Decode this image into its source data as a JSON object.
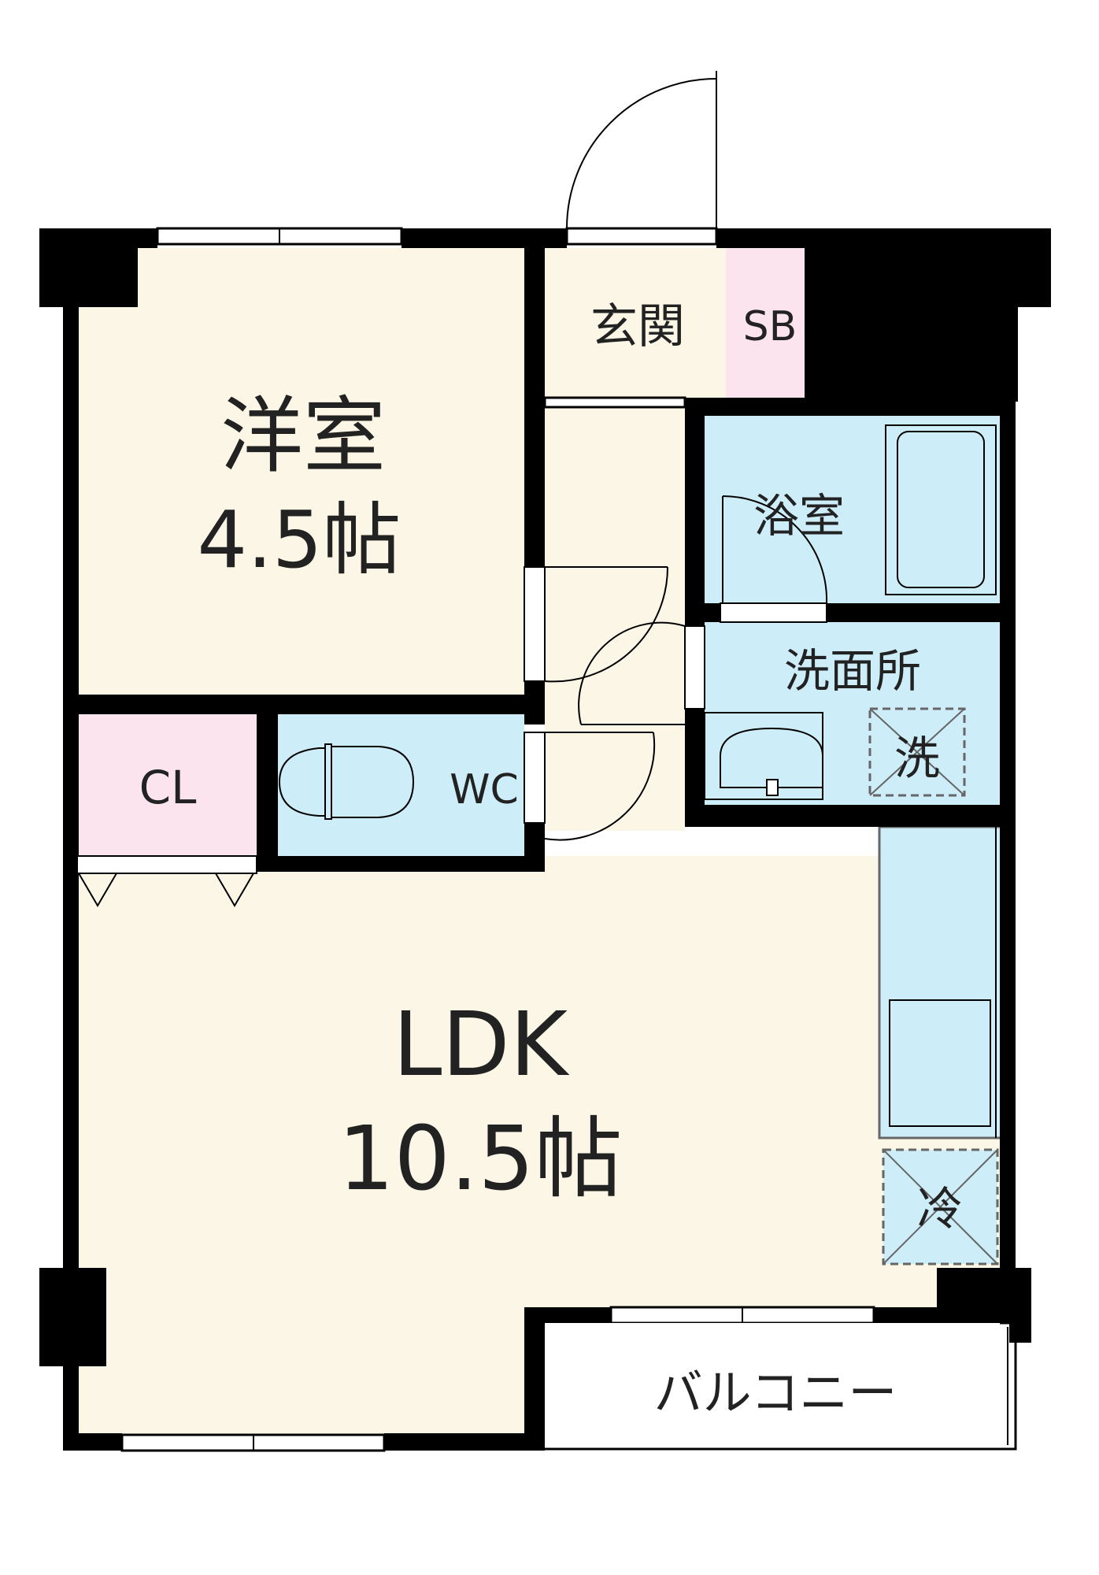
{
  "rooms": {
    "western_room": {
      "name": "洋室",
      "size": "4.5帖"
    },
    "ldk": {
      "name": "LDK",
      "size": "10.5帖"
    },
    "entrance": "玄関",
    "shoe_box": "SB",
    "bathroom": "浴室",
    "washroom": "洗面所",
    "closet": "CL",
    "toilet": "WC",
    "balcony": "バルコニー"
  },
  "appliance_spaces": {
    "washer": "洗",
    "fridge": "冷"
  },
  "colors": {
    "wall": "#000000",
    "floor": "#fcf6e6",
    "wet_area": "#cdeef9",
    "storage": "#fbe4ee",
    "balcony": "#ffffff",
    "window": "#ffffff"
  }
}
